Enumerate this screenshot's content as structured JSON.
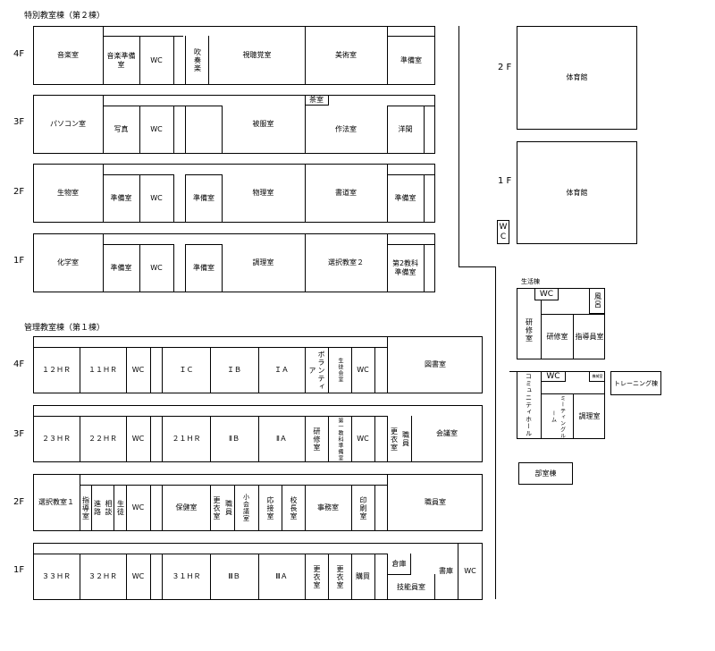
{
  "sections": {
    "special_building": "特別教室棟（第２棟）",
    "admin_building": "管理教室棟（第１棟）",
    "living_building": "生活棟"
  },
  "floors": {
    "f4": "4F",
    "f3": "3F",
    "f2": "2F",
    "f1": "1F",
    "gf2": "2 F",
    "gf1": "1 F"
  },
  "special": {
    "f4": [
      "音楽室",
      "音楽準備室",
      "WC",
      "吹奏楽",
      "視聴覚室",
      "美術室",
      "準備室"
    ],
    "f3": [
      "パソコン室",
      "写真",
      "WC",
      "被服室",
      "茶室",
      "作法室",
      "洋間"
    ],
    "f2": [
      "生物室",
      "準備室",
      "WC",
      "準備室",
      "物理室",
      "書道室",
      "準備室"
    ],
    "f1": [
      "化学室",
      "準備室",
      "WC",
      "準備室",
      "調理室",
      "選択教室２",
      "第2教科準備室"
    ]
  },
  "gym": {
    "upper": "体育館",
    "lower": "体育館",
    "wc": "WC"
  },
  "living": {
    "wc": "WC",
    "bath": "風呂",
    "training_room": "研修室",
    "training": "研修室",
    "guidance": "指導員室",
    "community": "コミュニティホール",
    "wc2": "WC",
    "storage": "機械室",
    "meeting": "ミーティングルーム",
    "cooking": "調理室",
    "training_wing": "トレーニング棟",
    "club": "部室棟"
  },
  "admin": {
    "f4": [
      "１２ＨＲ",
      "１１ＨＲ",
      "WC",
      "ＩＣ",
      "ＩＢ",
      "ＩＡ",
      "ボランティア",
      "生徒会室",
      "WC",
      "図書室"
    ],
    "f3": [
      "２３ＨＲ",
      "２２ＨＲ",
      "WC",
      "２１ＨＲ",
      "ⅡＢ",
      "ⅡＡ",
      "研修室",
      "第一教科準備室",
      "WC",
      "更衣室",
      "職員",
      "会議室"
    ],
    "f2": [
      "選択教室１",
      "指導室",
      "進路",
      "相談",
      "生徒",
      "WC",
      "保健室",
      "更衣室",
      "職員",
      "小会議室",
      "応接室",
      "校長室",
      "事務室",
      "印刷室",
      "職員室"
    ],
    "f1": [
      "３３ＨＲ",
      "３２ＨＲ",
      "WC",
      "３１ＨＲ",
      "ⅢＢ",
      "ⅢＡ",
      "更衣室",
      "更衣室",
      "購買",
      "倉庫",
      "技能員室",
      "書庫",
      "WC"
    ]
  }
}
